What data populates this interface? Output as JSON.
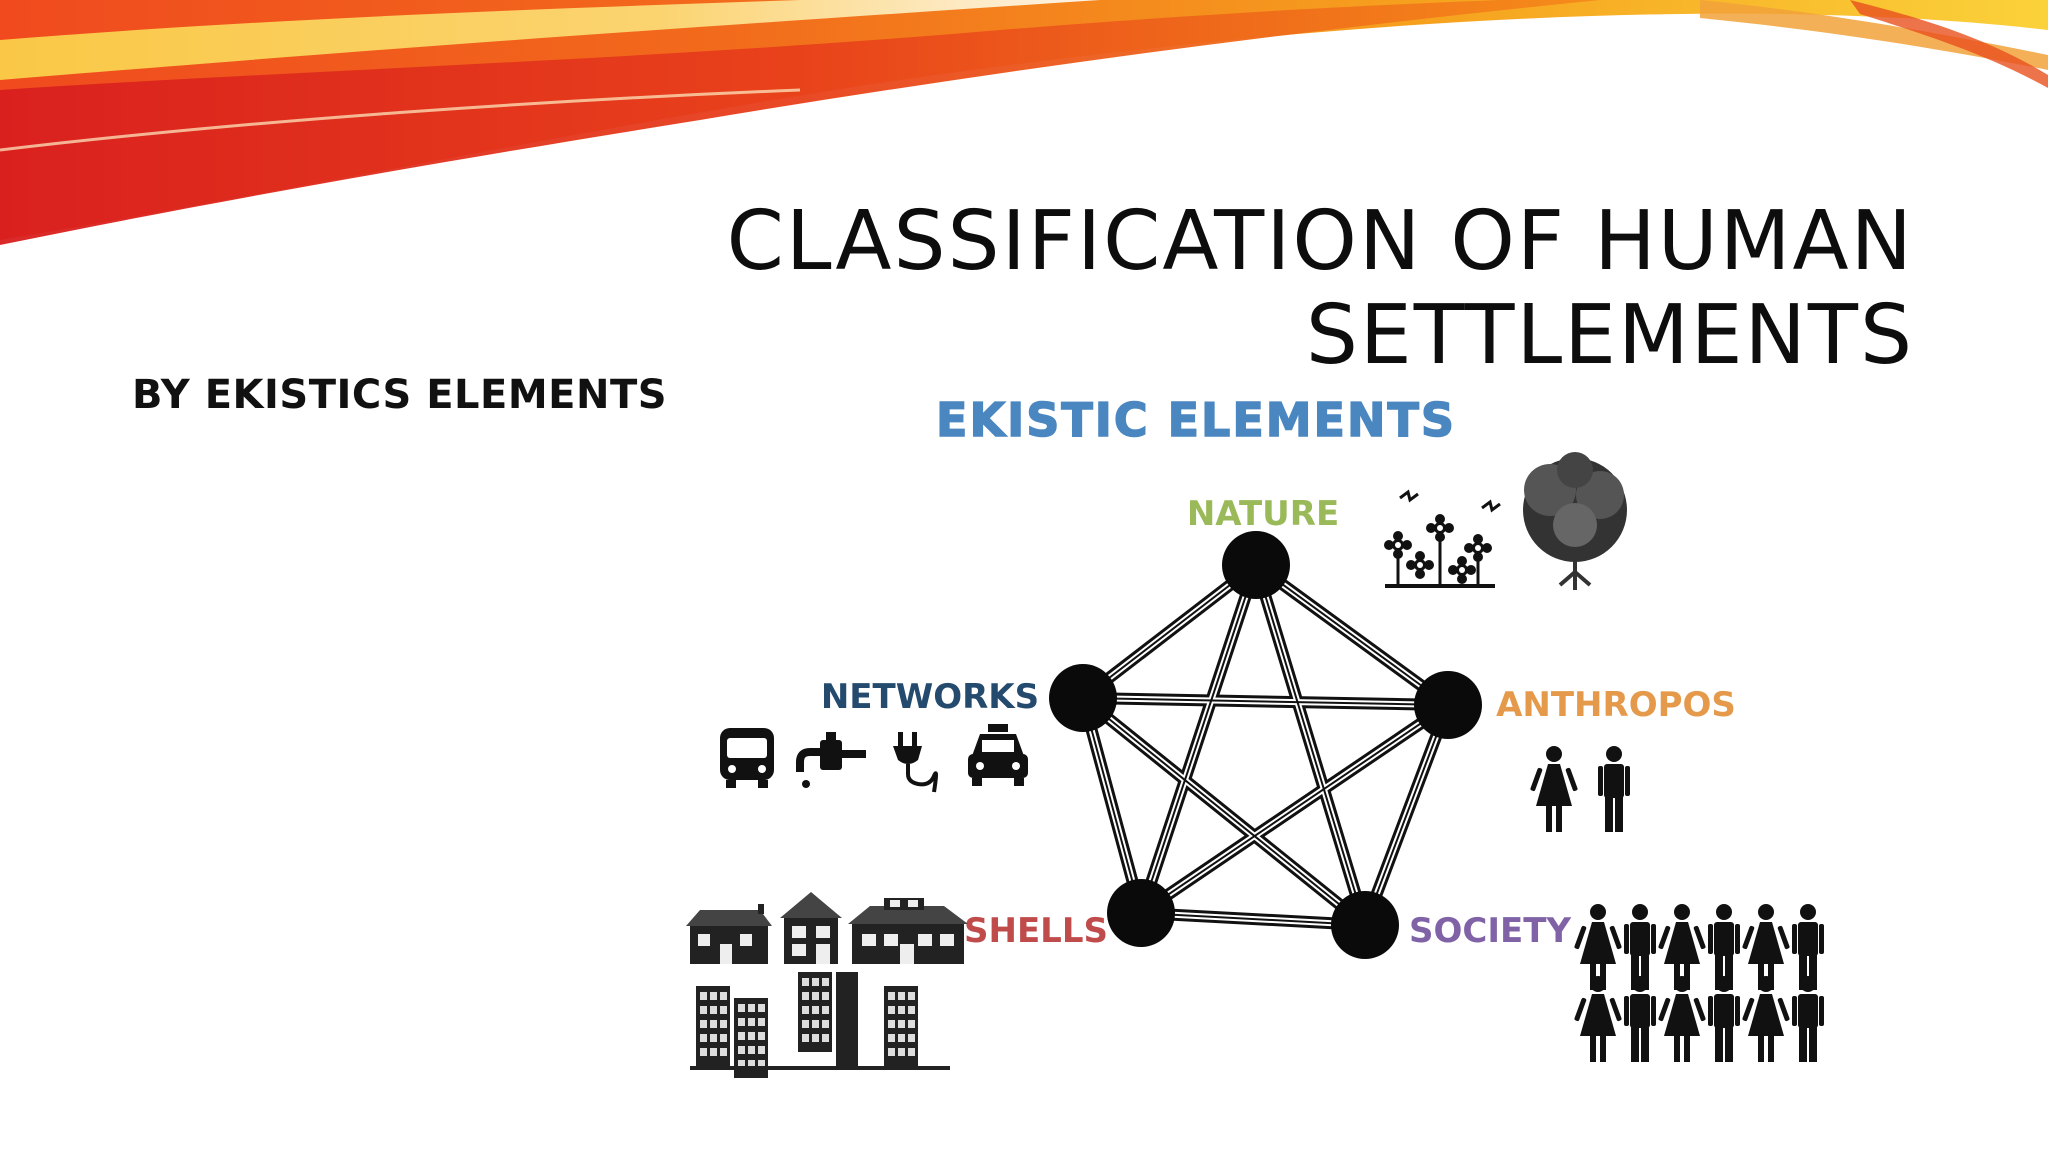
{
  "slide": {
    "title_line1": "CLASSIFICATION OF HUMAN",
    "title_line2": "SETTLEMENTS",
    "subtitle": "BY EKISTICS ELEMENTS"
  },
  "diagram": {
    "heading": "EKISTIC ELEMENTS",
    "nodes": {
      "nature": "NATURE",
      "networks": "NETWORKS",
      "anthropos": "ANTHROPOS",
      "shells": "SHELLS",
      "society": "SOCIETY"
    }
  },
  "colors": {
    "heading": "#4a86c0",
    "nature": "#9ab958",
    "networks": "#244a6e",
    "anthropos": "#e49a4a",
    "shells": "#c04b4b",
    "society": "#8063a6"
  }
}
